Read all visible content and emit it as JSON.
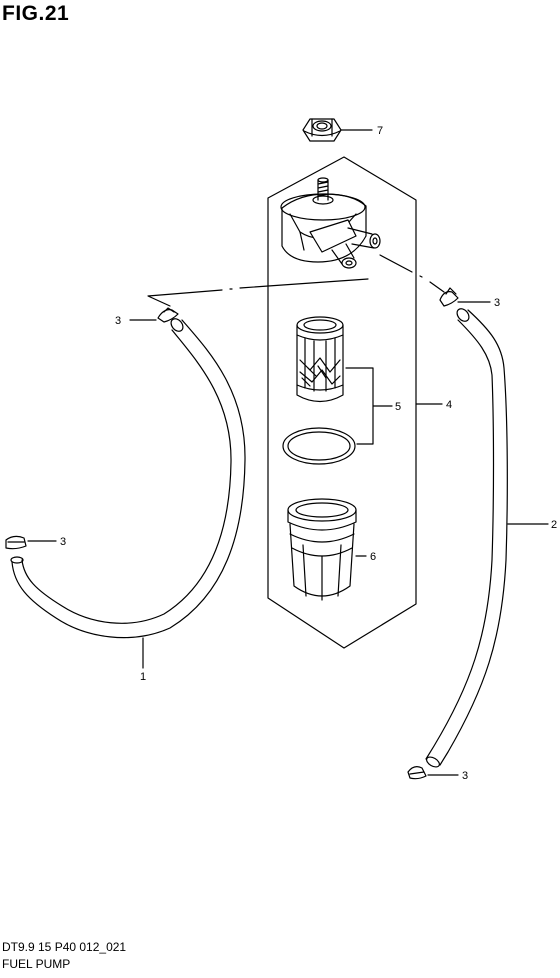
{
  "figure": {
    "title": "FIG.21",
    "code": "DT9.9 15 P40 012_021",
    "name": "FUEL PUMP"
  },
  "callouts": {
    "c1": "1",
    "c2": "2",
    "c3a": "3",
    "c3b": "3",
    "c3c": "3",
    "c3d": "3",
    "c4": "4",
    "c5": "5",
    "c6": "6",
    "c7": "7"
  }
}
